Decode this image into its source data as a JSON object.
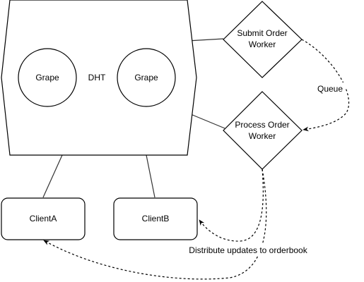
{
  "diagram": {
    "hub": {
      "label": "DHT",
      "nodes": [
        {
          "label": "Grape"
        },
        {
          "label": "Grape"
        }
      ]
    },
    "workers": {
      "submit": {
        "line1": "Submit Order",
        "line2": "Worker"
      },
      "process": {
        "line1": "Process Order",
        "line2": "Worker"
      }
    },
    "clients": [
      {
        "label": "ClientA"
      },
      {
        "label": "ClientB"
      }
    ],
    "edge_labels": {
      "queue": "Queue",
      "distribute": "Distribute updates to orderbook"
    }
  }
}
